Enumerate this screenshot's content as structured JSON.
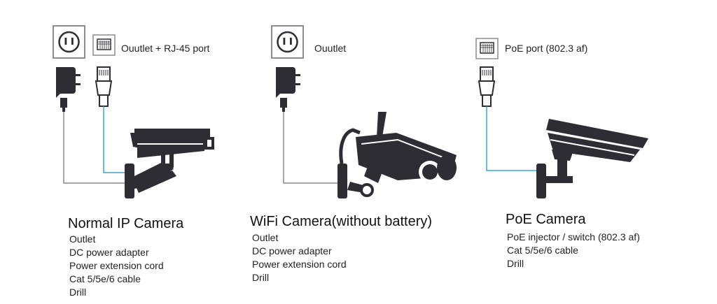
{
  "panels": [
    {
      "port_label": "Ouutlet + RJ-45 port",
      "title": "Normal IP Camera",
      "requirements": [
        "Outlet",
        "DC power adapter",
        "Power extension cord",
        "Cat 5/5e/6 cable",
        "Drill"
      ]
    },
    {
      "port_label": "Ouutlet",
      "title": "WiFi Camera(without battery)",
      "requirements": [
        "Outlet",
        "DC power adapter",
        "Power extension cord",
        "Drill"
      ]
    },
    {
      "port_label": "PoE port (802.3 af)",
      "title": "PoE Camera",
      "requirements": [
        "PoE injector / switch (802.3 af)",
        "Cat 5/5e/6 cable",
        "Drill"
      ]
    }
  ],
  "colors": {
    "icon": "#2d2d33",
    "power_wire": "#8a8a8a",
    "network_wire": "#3aa7d6"
  },
  "icons": [
    "outlet-icon",
    "rj45-port-icon",
    "power-adapter-icon",
    "rj45-plug-icon",
    "bullet-camera-icon",
    "wifi-camera-icon",
    "poe-camera-icon"
  ]
}
